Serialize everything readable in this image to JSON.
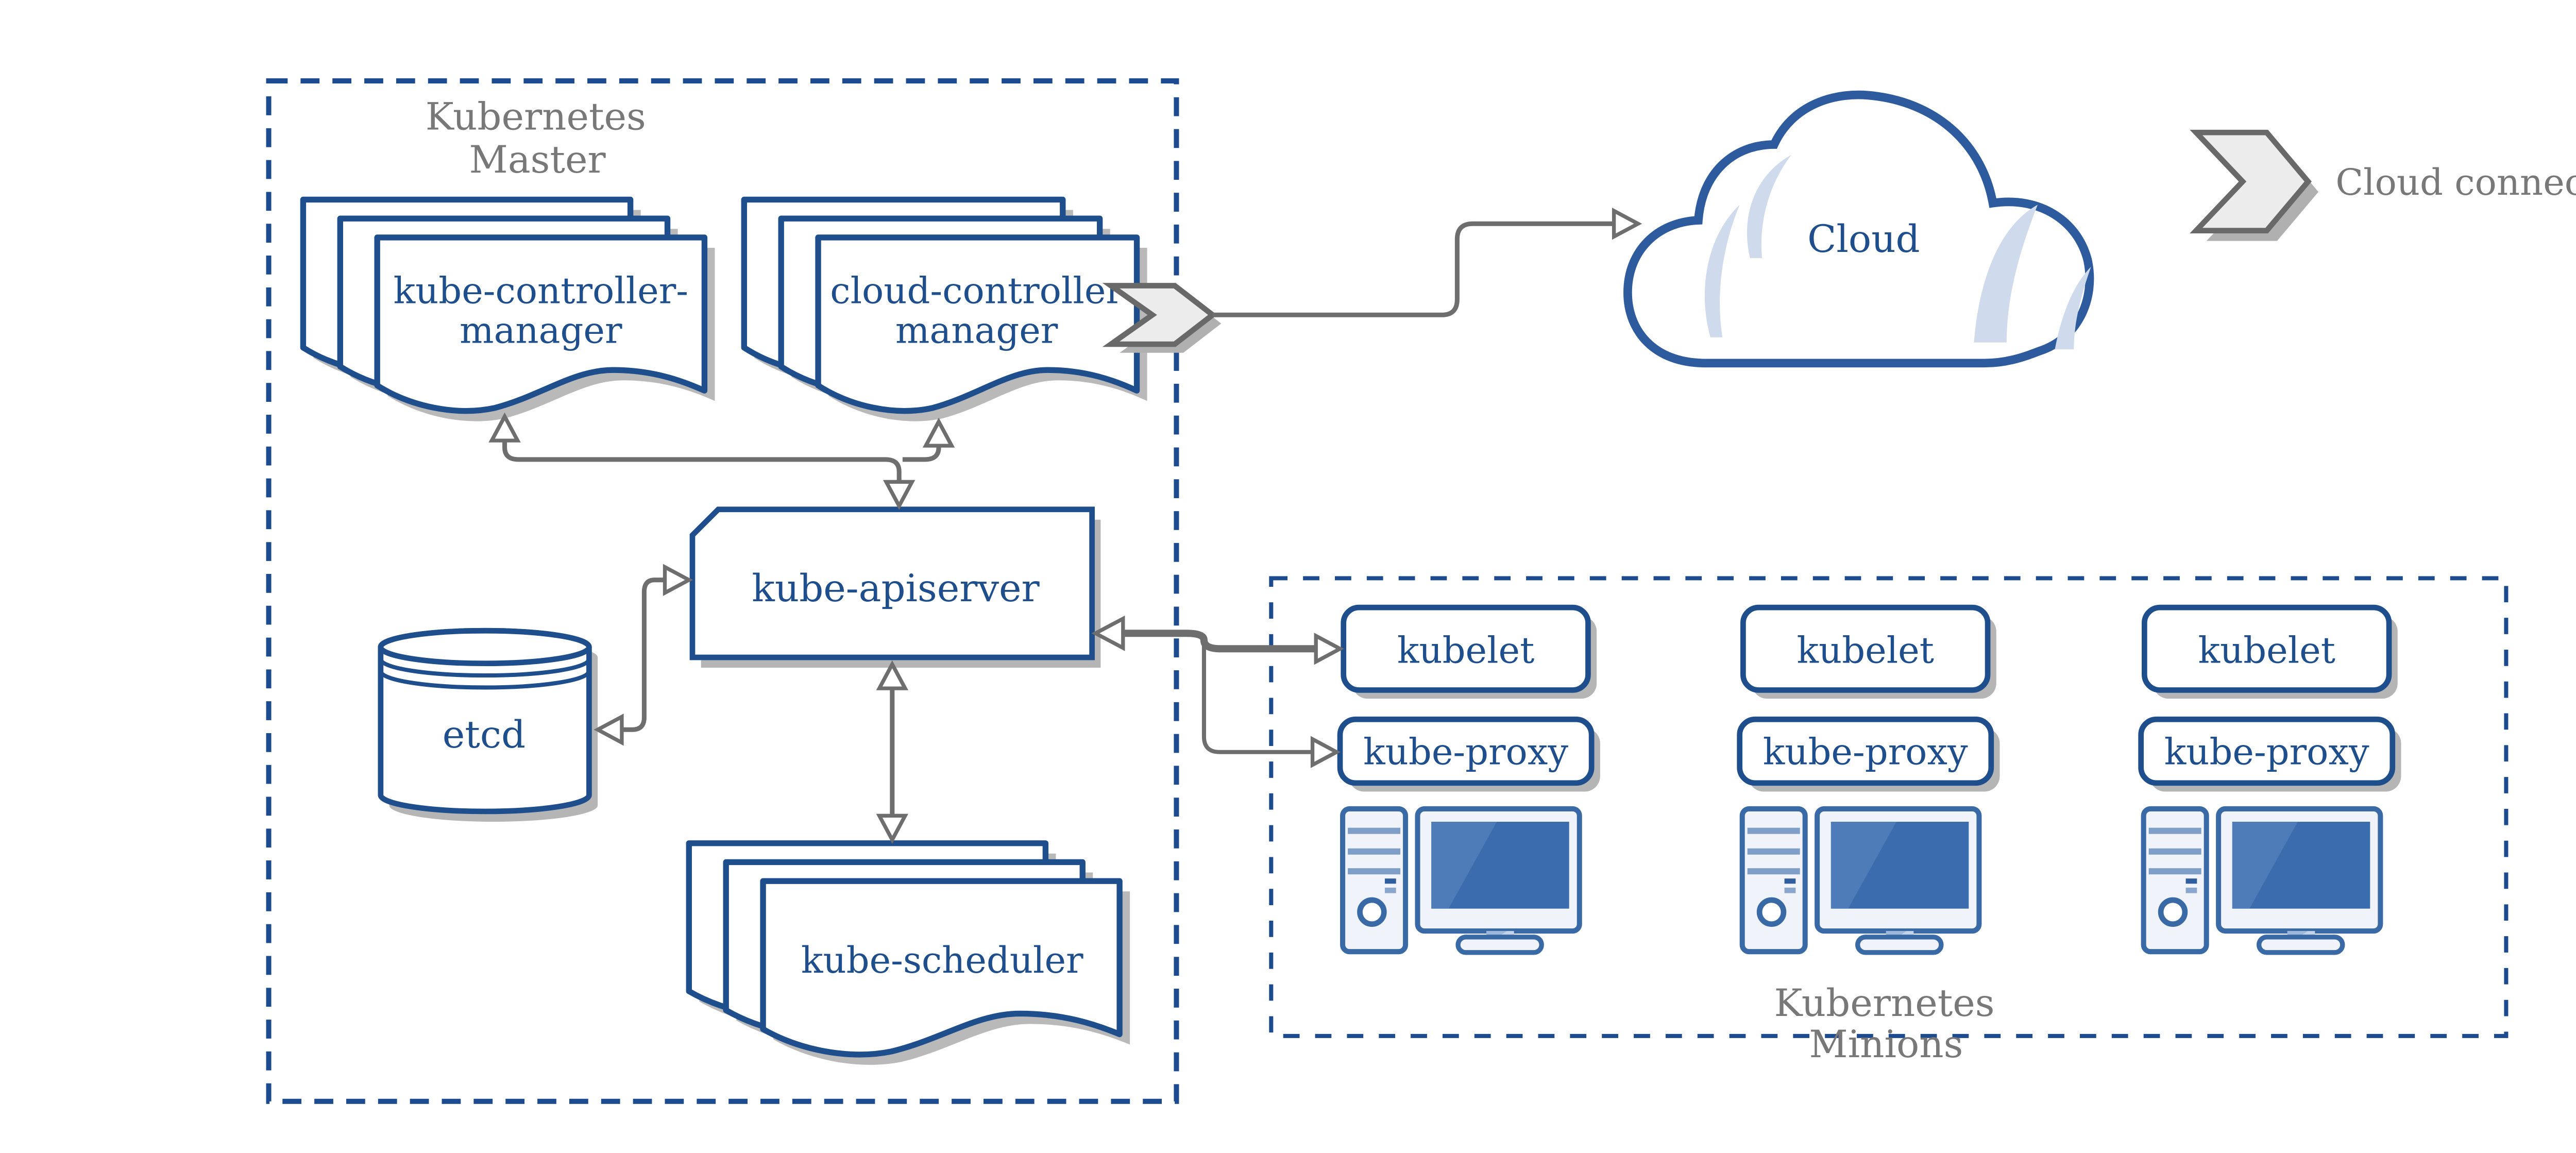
{
  "master": {
    "title_line1": "Kubernetes",
    "title_line2": "Master",
    "kube_controller_manager": {
      "line1": "kube-controller-",
      "line2": "manager"
    },
    "cloud_controller_manager": {
      "line1": "cloud-controller",
      "line2": "manager"
    },
    "kube_apiserver": "kube-apiserver",
    "etcd": "etcd",
    "kube_scheduler": "kube-scheduler"
  },
  "cloud": {
    "label": "Cloud"
  },
  "legend": {
    "label": "Cloud connector"
  },
  "minions": {
    "title_line1": "Kubernetes",
    "title_line2": "Minions",
    "nodes": [
      {
        "kubelet": "kubelet",
        "kube_proxy": "kube-proxy"
      },
      {
        "kubelet": "kubelet",
        "kube_proxy": "kube-proxy"
      },
      {
        "kubelet": "kubelet",
        "kube_proxy": "kube-proxy"
      }
    ]
  },
  "colors": {
    "navy": "#1f4e8c",
    "dashed_border": "#1d4b8f",
    "cloud_outline": "#2e5b9e",
    "cloud_shading": "#cfdbec",
    "icon_blue": "#3a6aa6",
    "screen_blue": "#3a6cae",
    "screen_highlight": "#4d7cb8",
    "stripe_blue": "#7f9fc8",
    "arrow_gray": "#6e6e6e",
    "label_gray": "#787878",
    "connector_fill": "#ececec",
    "shadow_gray": "#b5b5b5",
    "background": "#ffffff"
  }
}
